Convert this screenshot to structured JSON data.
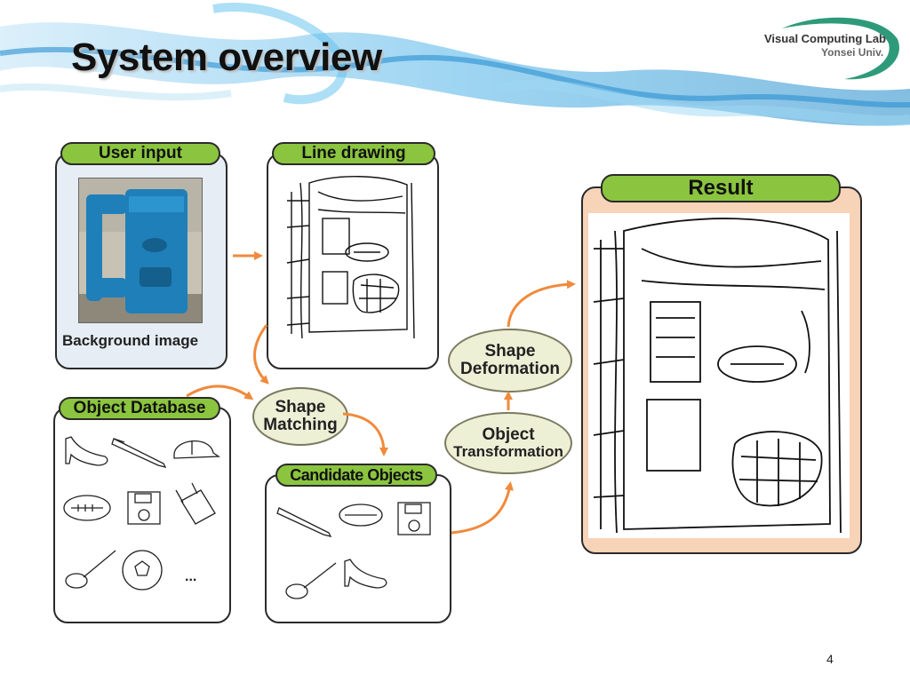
{
  "slide": {
    "title": "System overview",
    "page_number": "4"
  },
  "logo": {
    "line1": "Visual Computing Lab",
    "line2": "Yonsei Univ."
  },
  "nodes": {
    "user_input": {
      "label": "User input",
      "caption": "Background image"
    },
    "line_drawing": {
      "label": "Line drawing"
    },
    "object_database": {
      "label": "Object Database",
      "more": "..."
    },
    "shape_matching": {
      "line1": "Shape",
      "line2": "Matching"
    },
    "candidate_objects": {
      "label": "Candidate Objects"
    },
    "object_transformation": {
      "line1": "Object",
      "line2": "Transformation"
    },
    "shape_deformation": {
      "line1": "Shape",
      "line2": "Deformation"
    },
    "result": {
      "label": "Result"
    }
  },
  "colors": {
    "label_green": "#8bc53f",
    "arrow_orange": "#f08a3c",
    "result_panel": "#f7d3b8",
    "input_panel": "#e6edf4",
    "ellipse_fill": "#eef0d6"
  }
}
